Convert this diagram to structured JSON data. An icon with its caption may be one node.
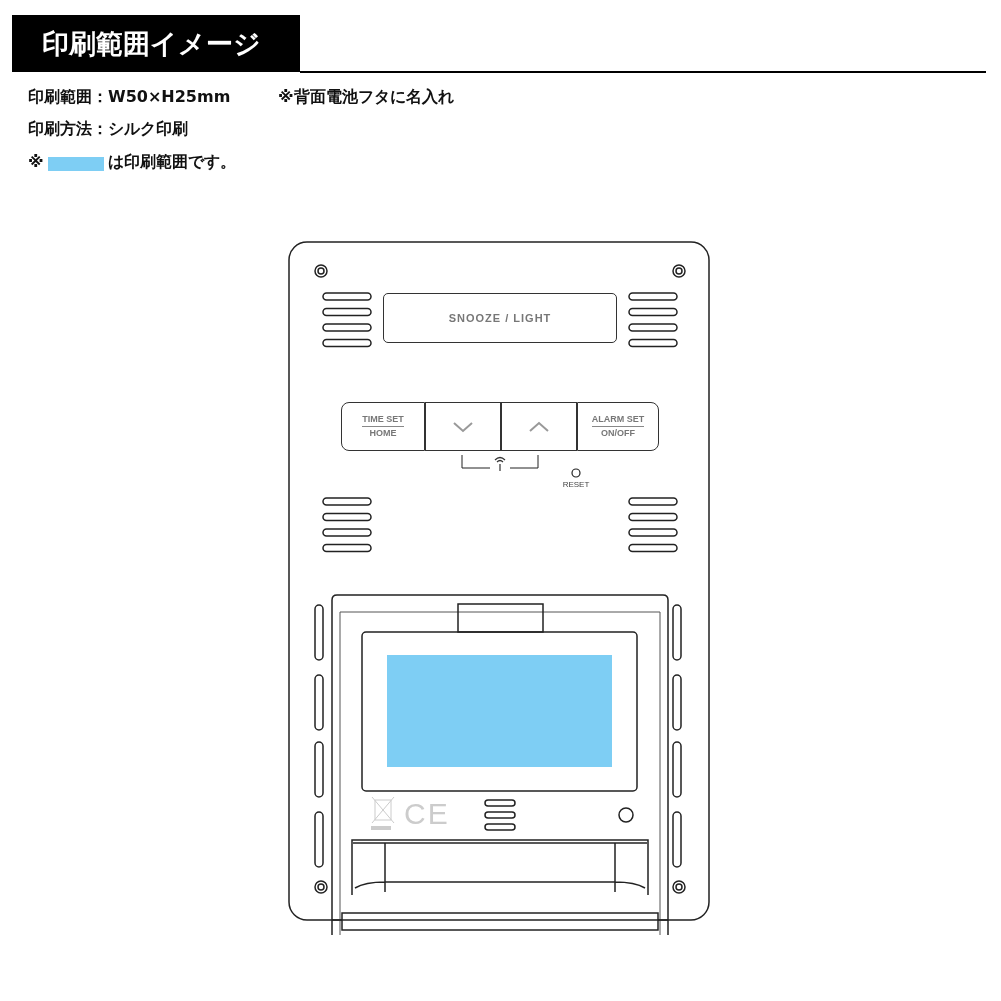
{
  "diagram": {
    "title": "印刷範囲イメージ",
    "nodes": [
      {
        "text": [
          "SNOOZE / LIGHT"
        ]
      },
      {
        "text": [
          "TIME SET",
          "HOME"
        ]
      },
      {
        "text": [],
        "shape": "box"
      },
      {
        "text": [],
        "shape": "box"
      },
      {
        "text": [
          "ALARM SET",
          "ON/OFF"
        ]
      }
    ],
    "labels": [
      "印刷範囲：W50×H25mm",
      "※背面電池フタに名入れ",
      "印刷方法：シルク印刷",
      "※",
      "RESET",
      "CE"
    ],
    "legend": [
      {
        "text": "は印刷範囲です。",
        "color": "#7ecef4"
      }
    ]
  }
}
